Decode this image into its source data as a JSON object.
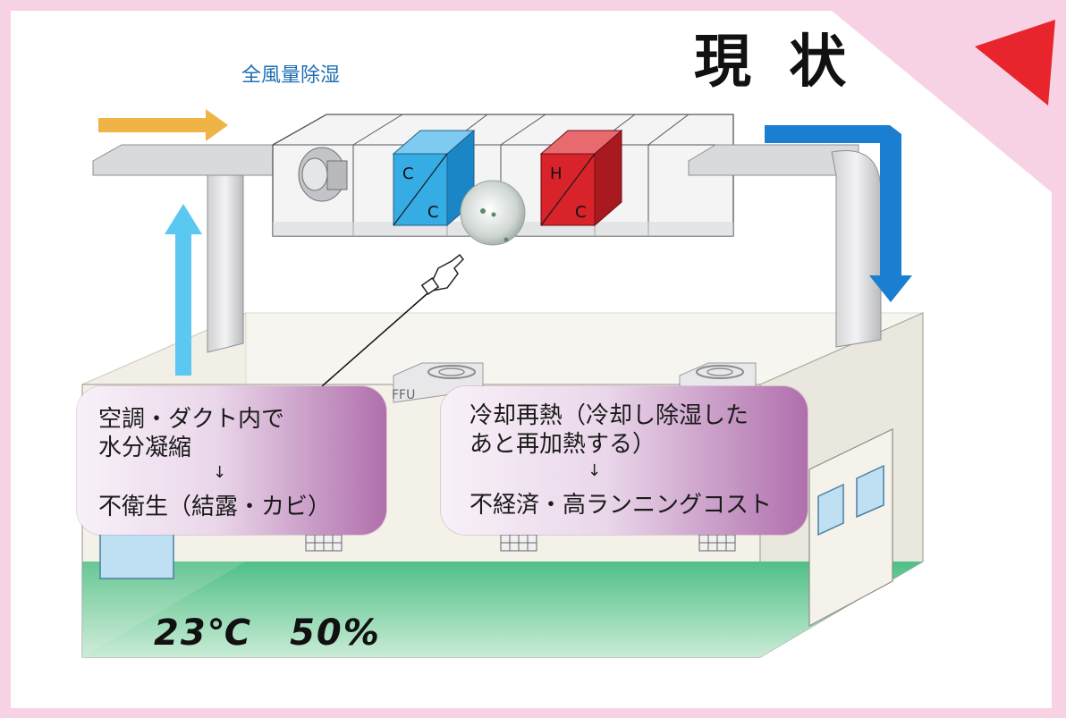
{
  "title": "現 状",
  "subtitle": "全風量除湿",
  "unit_labels": {
    "cooling_coil_top": "C",
    "cooling_coil_bottom": "C",
    "heating_coil_top": "H",
    "heating_coil_bottom": "C",
    "ffu": "FFU"
  },
  "callouts": {
    "left": {
      "line1": "空調・ダクト内で",
      "line2": "水分凝縮",
      "arrow": "↓",
      "result": "不衛生（結露・カビ）"
    },
    "right": {
      "line1": "冷却再熱（冷却し除湿した",
      "line2": "あと再加熱する）",
      "arrow": "↓",
      "result": "不経済・高ランニングコスト"
    }
  },
  "room_condition": "23℃　50%",
  "colors": {
    "supply_air_arrow": "#1a7fd0",
    "return_air_arrow": "#5ac8f0",
    "outside_air_arrow": "#f0b446",
    "cooling_coil": "#2fa8e0",
    "heating_coil": "#d8232a",
    "floor": "#5cc38a",
    "page_border": "#f4c8df",
    "corner_marker": "#e8242c"
  },
  "icons": [
    "pointing-hand-icon",
    "mold-spot-icon",
    "fan-icon",
    "ffu-icon",
    "diffuser-grille-icon",
    "corner-triangle-icon"
  ]
}
